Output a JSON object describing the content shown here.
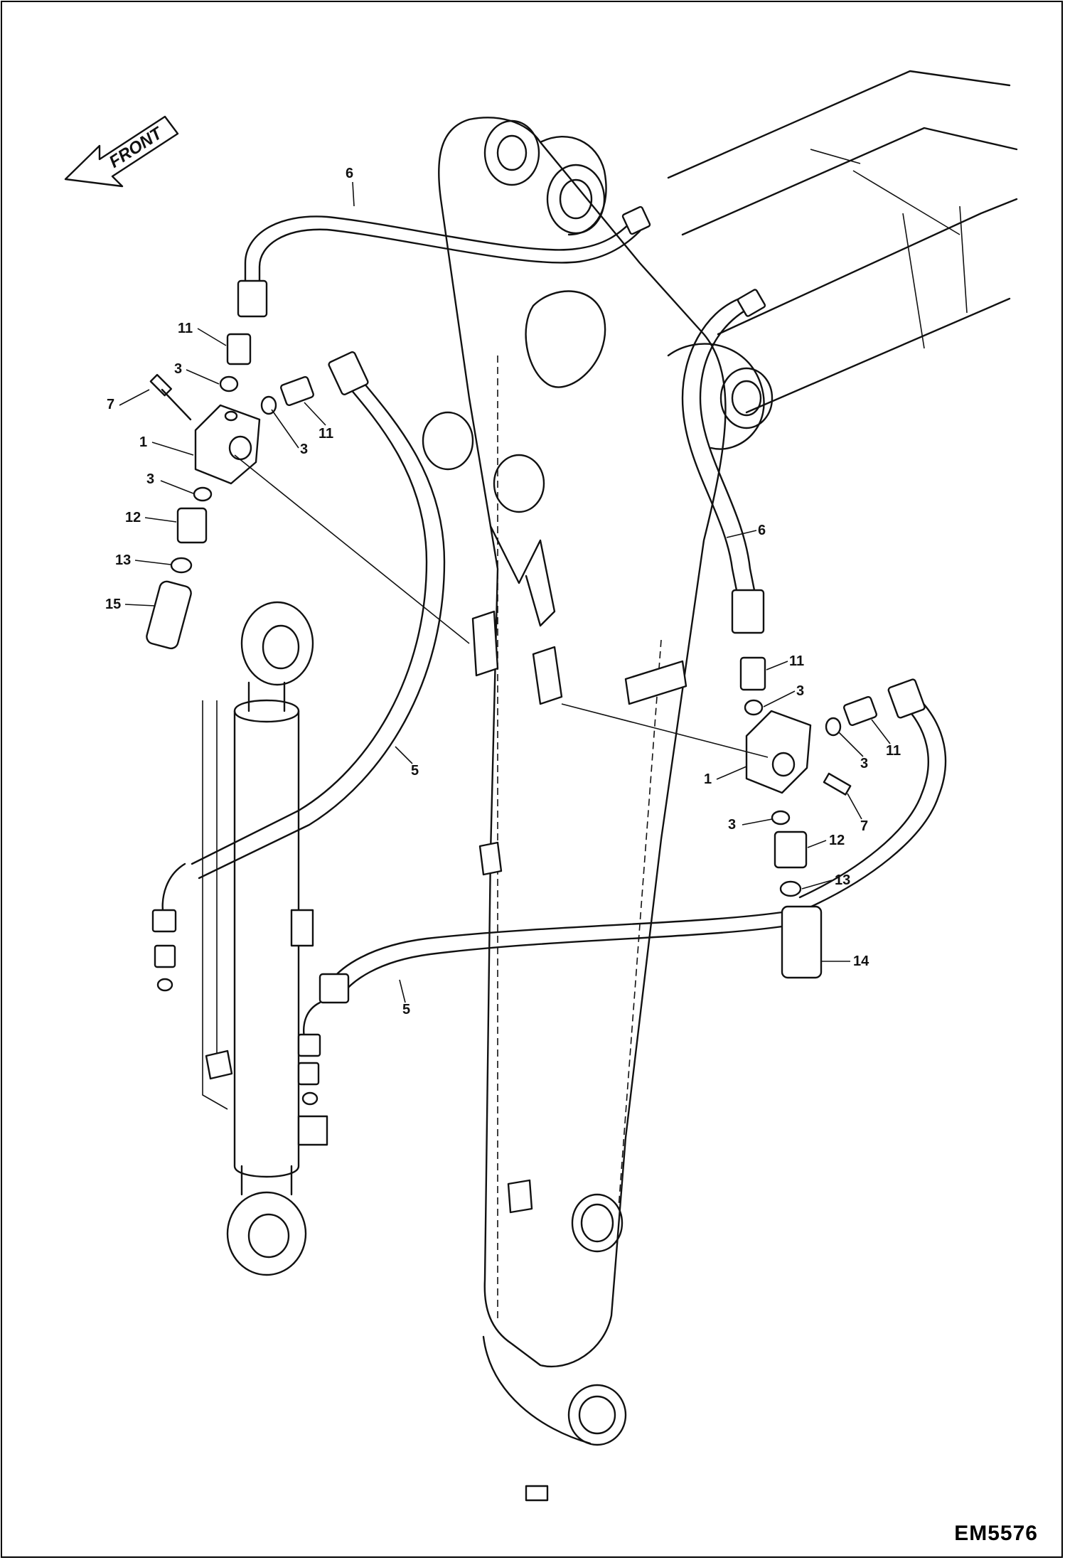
{
  "orientation_label": "FRONT",
  "figure_id": "EM5576",
  "callouts": [
    "6",
    "11",
    "3",
    "7",
    "1",
    "3",
    "11",
    "3",
    "12",
    "13",
    "15",
    "5",
    "5",
    "6",
    "11",
    "3",
    "11",
    "3",
    "1",
    "7",
    "3",
    "12",
    "13",
    "14"
  ]
}
